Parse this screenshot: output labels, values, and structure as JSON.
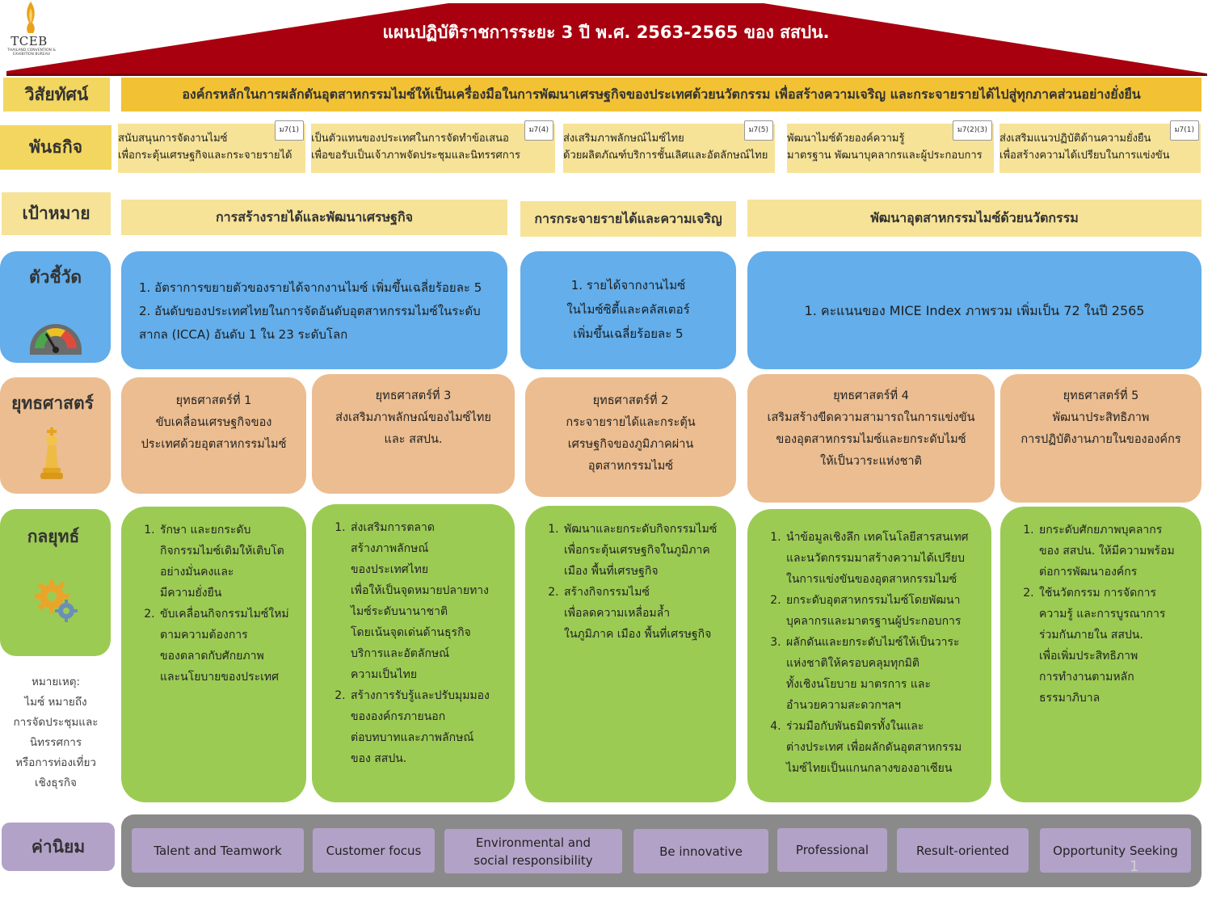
{
  "title": "แผนปฏิบัติราชการระยะ 3 ปี พ.ศ. 2563-2565 ของ สสปน.",
  "logo": {
    "name": "TCEB",
    "subtitle": "THAILAND CONVENTION & EXHIBITION BUREAU"
  },
  "colors": {
    "roof": "#a8000e",
    "vision": "#f2c234",
    "goal": "#f6e397",
    "indicator": "#63aeeb",
    "strategy": "#ebbd90",
    "tactic": "#9ccb54",
    "values": "#b3a2c8"
  },
  "sections": {
    "vision": "วิสัยทัศน์",
    "mission": "พันธกิจ",
    "goal": "เป้าหมาย",
    "indicator": "ตัวชี้วัด",
    "strategy": "ยุทธศาสตร์",
    "tactic": "กลยุทธ์",
    "values": "ค่านิยม"
  },
  "vision_text": "องค์กรหลักในการผลักดันอุตสาหกรรมไมซ์ให้เป็นเครื่องมือในการพัฒนาเศรษฐกิจของประเทศด้วยนวัตกรรม เพื่อสร้างความเจริญ และกระจายรายได้ไปสู่ทุกภาคส่วนอย่างยั่งยืน",
  "missions": [
    {
      "badge": "ม7(1)",
      "line1": "สนับสนุนการจัดงานไมซ์",
      "line2": "เพื่อกระตุ้นเศรษฐกิจและกระจายรายได้"
    },
    {
      "badge": "ม7(4)",
      "line1": "เป็นตัวแทนของประเทศในการจัดทำข้อเสนอ",
      "line2": "เพื่อขอรับเป็นเจ้าภาพจัดประชุมและนิทรรศการ"
    },
    {
      "badge": "ม7(5)",
      "line1": "ส่งเสริมภาพลักษณ์ไมซ์ไทย",
      "line2": "ด้วยผลิตภัณฑ์บริการชั้นเลิศและอัตลักษณ์ไทย"
    },
    {
      "badge": "ม7(2)(3)",
      "line1": "พัฒนาไมซ์ด้วยองค์ความรู้",
      "line2": "มาตรฐาน พัฒนาบุคลากรและผู้ประกอบการ"
    },
    {
      "badge": "ม7(1)",
      "line1": "ส่งเสริมแนวปฏิบัติด้านความยั่งยืน",
      "line2": "เพื่อสร้างความได้เปรียบในการแข่งขัน"
    }
  ],
  "goals": [
    "การสร้างรายได้และพัฒนาเศรษฐกิจ",
    "การกระจายรายได้และความเจริญ",
    "พัฒนาอุตสาหกรรมไมซ์ด้วยนวัตกรรม"
  ],
  "indicators": {
    "a": {
      "l1": "1. อัตราการขยายตัวของรายได้จากงานไมซ์ เพิ่มขึ้นเฉลี่ยร้อยละ 5",
      "l2": "2. อันดับของประเทศไทยในการจัดอันดับอุตสาหกรรมไมซ์ในระดับ",
      "l3": "สากล (ICCA) อันดับ 1 ใน 23 ระดับโลก"
    },
    "b": {
      "l1": "1. รายได้จากงานไมซ์",
      "l2": "ในไมซ์ซิตี้และคลัสเตอร์",
      "l3": "เพิ่มขึ้นเฉลี่ยร้อยละ 5"
    },
    "c": {
      "l1": "1. คะแนนของ MICE Index ภาพรวม เพิ่มเป็น 72 ในปี 2565"
    }
  },
  "strategies": [
    {
      "title": "ยุทธศาสตร์ที่ 1",
      "l1": "ขับเคลื่อนเศรษฐกิจของ",
      "l2": "ประเทศด้วยอุตสาหกรรมไมซ์",
      "l3": ""
    },
    {
      "title": "ยุทธศาสตร์ที่ 3",
      "l1": "ส่งเสริมภาพลักษณ์ของไมซ์ไทย",
      "l2": "และ สสปน.",
      "l3": ""
    },
    {
      "title": "ยุทธศาสตร์ที่ 2",
      "l1": "กระจายรายได้และกระตุ้น",
      "l2": "เศรษฐกิจของภูมิภาคผ่าน",
      "l3": "อุตสาหกรรมไมซ์"
    },
    {
      "title": "ยุทธศาสตร์ที่ 4",
      "l1": "เสริมสร้างขีดความสามารถในการแข่งขัน",
      "l2": "ของอุตสาหกรรมไมซ์และยกระดับไมซ์",
      "l3": "ให้เป็นวาระแห่งชาติ"
    },
    {
      "title": "ยุทธศาสตร์ที่ 5",
      "l1": "พัฒนาประสิทธิภาพ",
      "l2": "การปฏิบัติงานภายในขององค์กร",
      "l3": ""
    }
  ],
  "tactics": {
    "t1": {
      "i1": "รักษา และยกระดับ\nกิจกรรมไมซ์เดิมให้เติบโต\nอย่างมั่นคงและ\nมีความยั่งยืน",
      "i2": "ขับเคลื่อนกิจกรรมไมซ์ใหม่\nตามความต้องการ\nของตลาดกับศักยภาพ\nและนโยบายของประเทศ"
    },
    "t2": {
      "i1": "ส่งเสริมการตลาด\nสร้างภาพลักษณ์\nของประเทศไทย\nเพื่อให้เป็นจุดหมายปลายทาง\nไมซ์ระดับนานาชาติ\nโดยเน้นจุดเด่นด้านธุรกิจ\nบริการและอัตลักษณ์\nความเป็นไทย",
      "i2": "สร้างการรับรู้และปรับมุมมอง\nขององค์กรภายนอก\nต่อบทบาทและภาพลักษณ์\nของ สสปน."
    },
    "t3": {
      "i1": "พัฒนาและยกระดับกิจกรรมไมซ์\nเพื่อกระตุ้นเศรษฐกิจในภูมิภาค\nเมือง พื้นที่เศรษฐกิจ",
      "i2": "สร้างกิจกรรมไมซ์\nเพื่อลดความเหลื่อมล้ำ\nในภูมิภาค เมือง พื้นที่เศรษฐกิจ"
    },
    "t4": {
      "i1": "นำข้อมูลเชิงลึก เทคโนโลยีสารสนเทศ\nและนวัตกรรมมาสร้างความได้เปรียบ\nในการแข่งขันของอุตสาหกรรมไมซ์",
      "i2": "ยกระดับอุตสาหกรรมไมซ์โดยพัฒนา\nบุคลากรและมาตรฐานผู้ประกอบการ",
      "i3": "ผลักดันและยกระดับไมซ์ให้เป็นวาระ\nแห่งชาติให้ครอบคลุมทุกมิติ\nทั้งเชิงนโยบาย มาตรการ และ\nอำนวยความสะดวกฯลฯ",
      "i4": "ร่วมมือกับพันธมิตรทั้งในและ\nต่างประเทศ เพื่อผลักดันอุตสาหกรรม\nไมซ์ไทยเป็นแกนกลางของอาเซียน"
    },
    "t5": {
      "i1": "ยกระดับศักยภาพบุคลากร\nของ สสปน. ให้มีความพร้อม\nต่อการพัฒนาองค์กร",
      "i2": "ใช้นวัตกรรม การจัดการ\nความรู้ และการบูรณาการ\nร่วมกันภายใน สสปน.\nเพื่อเพิ่มประสิทธิภาพ\nการทำงานตามหลัก\nธรรมาภิบาล"
    }
  },
  "note": {
    "title": "หมายเหตุ:",
    "l1": "ไมซ์ หมายถึง",
    "l2": "การจัดประชุมและ",
    "l3": "นิทรรศการ",
    "l4": "หรือการท่องเที่ยว",
    "l5": "เชิงธุรกิจ"
  },
  "values": [
    "Talent and Teamwork",
    "Customer focus",
    "Environmental and\nsocial responsibility",
    "Be innovative",
    "Professional",
    "Result-oriented",
    "Opportunity Seeking"
  ],
  "page_number": "1",
  "icons": [
    "flame-logo-icon",
    "gauge-icon",
    "chess-king-icon",
    "gears-icon"
  ]
}
